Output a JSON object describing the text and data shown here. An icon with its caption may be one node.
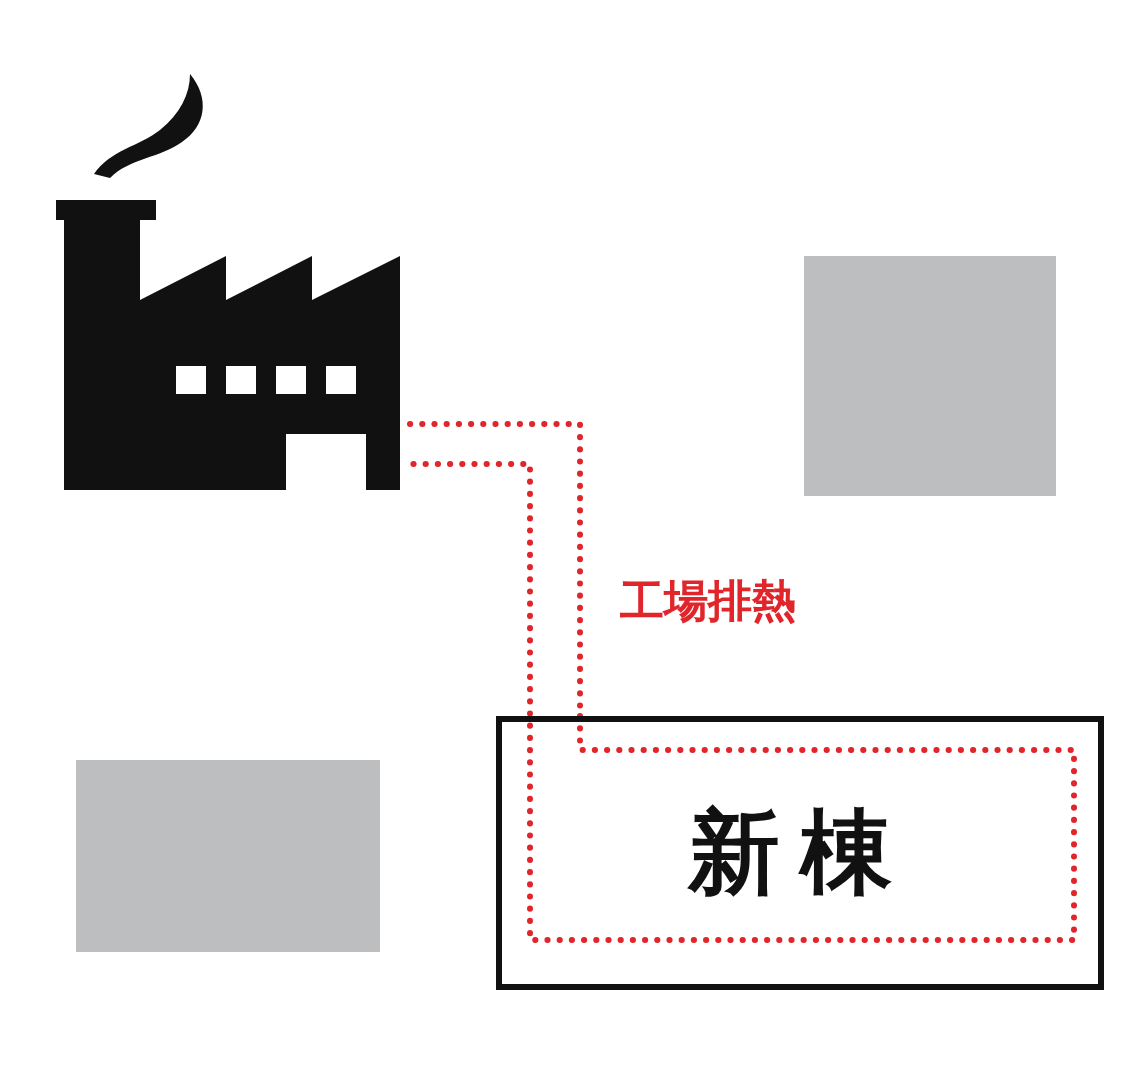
{
  "diagram": {
    "nodes": [
      {
        "text": [],
        "shape": "picture"
      },
      {
        "text": [],
        "shape": "box"
      },
      {
        "text": [],
        "shape": "box"
      },
      {
        "text": [
          "新棟"
        ]
      }
    ],
    "edges": [
      {
        "from": 0,
        "to": 3,
        "arrow": "none",
        "label": "工場排熱",
        "style": "dashed",
        "color": "#e0262b"
      }
    ]
  }
}
